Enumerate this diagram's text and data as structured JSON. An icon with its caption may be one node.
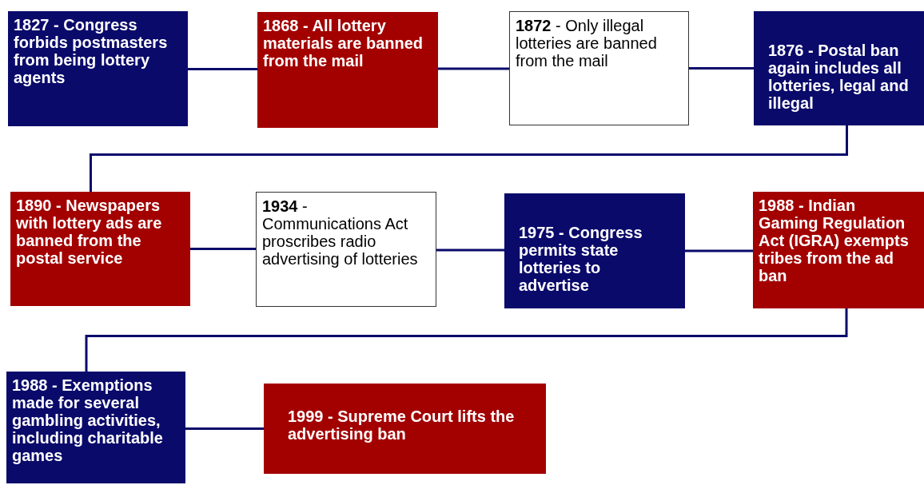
{
  "diagram": {
    "nodes": [
      {
        "text": [
          "1827 - Congress forbids postmasters from being lottery agents"
        ]
      },
      {
        "text": [
          "1868 - All lottery materials are banned from the mail"
        ]
      },
      {
        "text": [
          "**1872** - Only illegal lotteries are banned from the mail"
        ]
      },
      {
        "text": [
          "1876 - Postal ban again includes all lotteries, legal and illegal"
        ]
      },
      {
        "text": [
          "1890 - Newspapers with lottery ads are banned from the postal service"
        ]
      },
      {
        "text": [
          "**1934** - Communications Act proscribes radio advertising of lotteries"
        ]
      },
      {
        "text": [
          "1975 - Congress permits state lotteries to advertise"
        ]
      },
      {
        "text": [
          "1988 - Indian Gaming Regulation Act (IGRA) exempts tribes from the ad ban"
        ]
      },
      {
        "text": [
          "1988 - Exemptions made for several gambling activities, including charitable games"
        ]
      },
      {
        "text": [
          "1999 - Supreme Court lifts the advertising ban"
        ]
      }
    ],
    "edges": [
      {
        "from": 0,
        "to": 1,
        "arrow": "none"
      },
      {
        "from": 1,
        "to": 2,
        "arrow": "none"
      },
      {
        "from": 2,
        "to": 3,
        "arrow": "none"
      },
      {
        "from": 3,
        "to": 4,
        "arrow": "none"
      },
      {
        "from": 4,
        "to": 5,
        "arrow": "none"
      },
      {
        "from": 5,
        "to": 6,
        "arrow": "none"
      },
      {
        "from": 6,
        "to": 7,
        "arrow": "none"
      },
      {
        "from": 7,
        "to": 8,
        "arrow": "none"
      },
      {
        "from": 8,
        "to": 9,
        "arrow": "none"
      }
    ]
  }
}
